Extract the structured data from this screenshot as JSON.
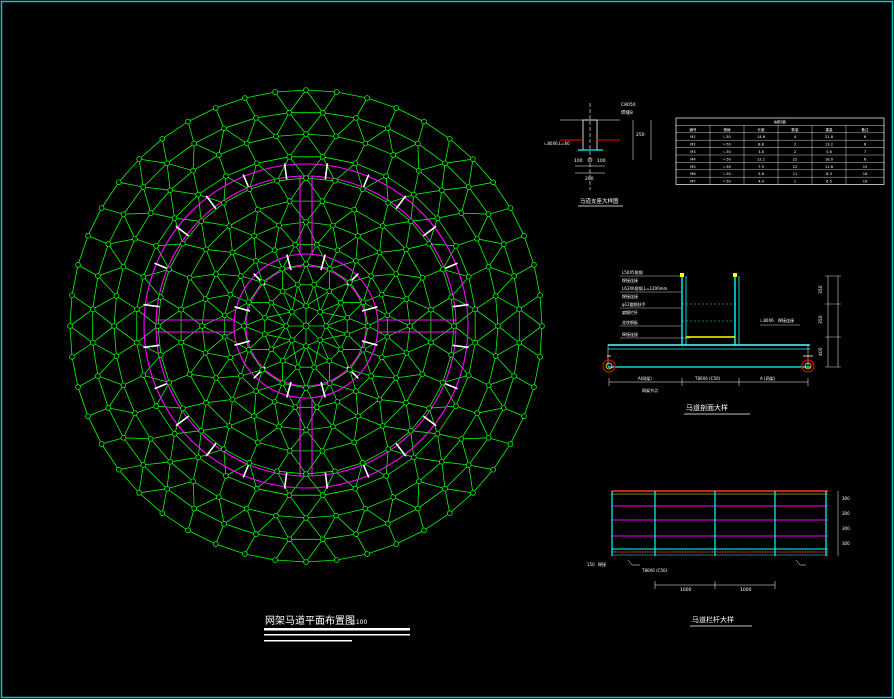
{
  "colors": {
    "background": "#000000",
    "frame": "#00c8c8",
    "grid": "#00ff00",
    "walkway": "#ff00ff",
    "cyan": "#00ffff",
    "white": "#ffffff",
    "yellow": "#ffff00",
    "red": "#ff0000"
  },
  "titles": {
    "plan": "网架马道平面布置图",
    "plan_scale": "1:100",
    "section": "马道剖面大样",
    "railing": "马道栏杆大样",
    "support": "马道支座大样图"
  },
  "support_detail": {
    "labels": [
      "C8050",
      "焊缝8",
      "250",
      "100",
      "100",
      "200",
      "∟80X6,L=60"
    ]
  },
  "section_detail": {
    "left_notes": [
      "L50X5角钢",
      "焊接连接",
      "L63X6角钢,L=1200mm",
      "焊接连接",
      "φ12圆钢扶手",
      "扁钢栏杆",
      "花纹钢板",
      "焊接连接"
    ],
    "top_dims": [
      "350",
      "350",
      "400"
    ],
    "bottom_labels": [
      "A(网架)",
      "T80X6 (C50)",
      "A (网架)"
    ],
    "right_notes": [
      "∟80X6",
      "焊接连接"
    ],
    "bottom_left": "网架节点"
  },
  "railing_detail": {
    "dims": [
      "1000",
      "1000"
    ],
    "notes": [
      "150",
      "焊接",
      "T80X6 (C50)"
    ],
    "right_dims": [
      "300",
      "300",
      "300",
      "300"
    ]
  },
  "schedule_table": {
    "title": "材料表",
    "headers": [
      "编号",
      "规格",
      "长度",
      "数量",
      "重量",
      "备注"
    ],
    "rows": [
      [
        "M1",
        "∟50",
        "14.6",
        "4",
        "21.8",
        "6"
      ],
      [
        "M2",
        "∟50",
        "8.8",
        "2",
        "13.2",
        "6"
      ],
      [
        "M3",
        "∟50",
        "3.8",
        "2",
        "5.6",
        "7"
      ],
      [
        "M4",
        "∟50",
        "12.1",
        "22",
        "18.0",
        "6"
      ],
      [
        "M5",
        "∟50",
        "7.9",
        "12",
        "11.6",
        "15"
      ],
      [
        "M6",
        "∟50",
        "5.6",
        "11",
        "8.3",
        "18"
      ],
      [
        "M7",
        "∟50",
        "4.4",
        "1",
        "6.5",
        "19"
      ]
    ]
  }
}
